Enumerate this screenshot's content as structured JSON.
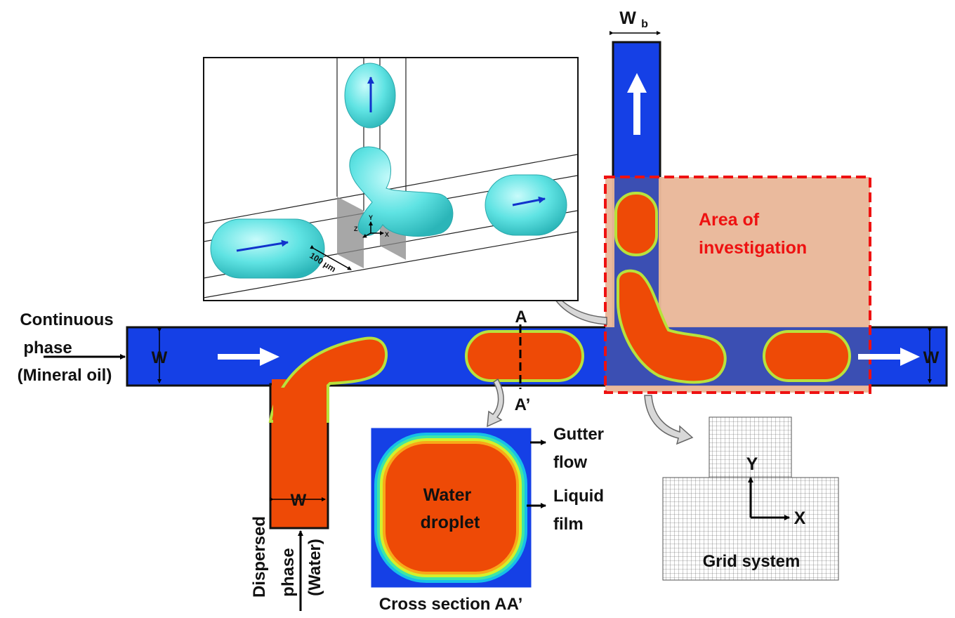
{
  "labels": {
    "continuous_line1": "Continuous",
    "continuous_line2": "phase",
    "continuous_line3": "(Mineral oil)",
    "width_main_left": "W",
    "width_main_right": "W",
    "width_dispersed": "W",
    "width_branch": "W",
    "width_branch_sub": "b",
    "dispersed_line1": "Dispersed",
    "dispersed_line2": "phase",
    "dispersed_line3": "(Water)",
    "section_a": "A",
    "section_a_prime": "A’",
    "area_line1": "Area of",
    "area_line2": "investigation",
    "gutter_line1": "Gutter",
    "gutter_line2": "flow",
    "film_line1": "Liquid",
    "film_line2": "film",
    "droplet_line1": "Water",
    "droplet_line2": "droplet",
    "cross_section_caption": "Cross section AA’",
    "grid_caption": "Grid system",
    "grid_axis_x": "X",
    "grid_axis_y": "Y",
    "inset_scale": "100 μm",
    "inset_axis_x": "X",
    "inset_axis_y": "Y",
    "inset_axis_z": "Z"
  },
  "colors": {
    "continuous_phase": "#1540e6",
    "dispersed_phase": "#ee4a06",
    "interface_band": "#b8e23c",
    "investigation_fill": "#e9b89a",
    "investigation_border": "#ee1111",
    "droplet_3d": "#5fe3e3",
    "flow_arrow": "#ffffff",
    "inset_arrow": "#1133cc",
    "grid_line": "#555555"
  }
}
